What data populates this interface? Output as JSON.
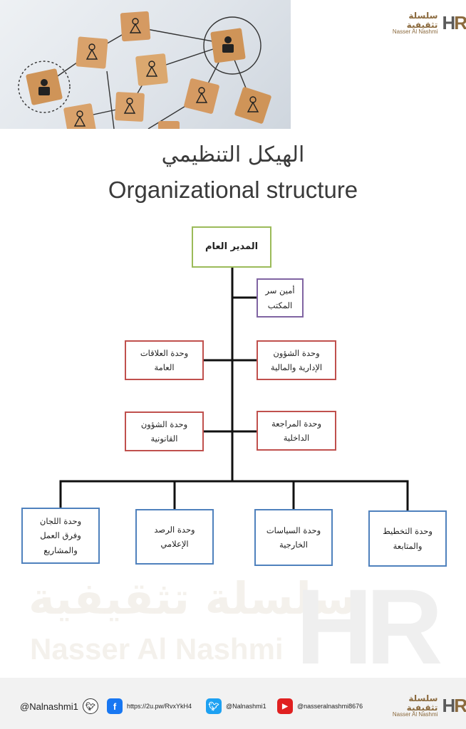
{
  "brand": {
    "name_ar": "سلسلة تثقيفية",
    "name_en": "Nasser Al Nashmi",
    "mark_h": "H",
    "mark_r": "R"
  },
  "title": {
    "ar": "الهيكل التنظيمي",
    "en": "Organizational structure"
  },
  "org": {
    "root": "المدير العام",
    "side_right": [
      "أمين سر\nالمكتب",
      "وحدة الشؤون\nالإدارية والمالية",
      "وحدة المراجعة\nالداخلية"
    ],
    "side_left": [
      "وحدة العلاقات\nالعامة",
      "وحدة الشؤون\nالقانونية"
    ],
    "bottom": [
      "وحدة اللجان\nوفرق العمل\nوالمشاريع",
      "وحدة الرصد\nالإعلامي",
      "وحدة السياسات\nالخارجية",
      "وحدة التخطيط\nوالمتابعة"
    ]
  },
  "footer": {
    "handle_main": "@Nalnashmi1",
    "facebook": "https://2u.pw/RvxYkH4",
    "twitter": "@Nalnashmi1",
    "youtube": "@nasseralnashmi8676"
  },
  "icons": [
    "twitter-icon",
    "facebook-icon",
    "youtube-icon"
  ],
  "colors": {
    "root_border": "#9bbb59",
    "secretary_border": "#8064a2",
    "unit_border": "#c0504d",
    "bottom_border": "#4f81bd",
    "brand": "#8b6a3e"
  }
}
